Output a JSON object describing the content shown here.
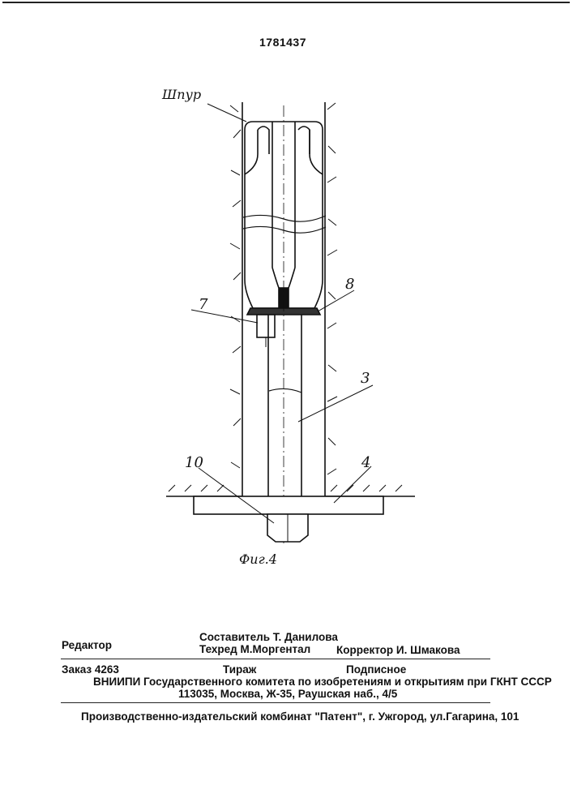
{
  "header": {
    "patent_number": "1781437"
  },
  "drawing": {
    "labels": {
      "shpur": "Шпур",
      "l7": "7",
      "l8": "8",
      "l3": "3",
      "l4": "4",
      "l10": "10",
      "figure": "Фиг.4"
    }
  },
  "footer": {
    "editor": "Редактор",
    "compiler": "Составитель  Т. Данилова",
    "techred": "Техред М.Моргентал",
    "corrector": "Корректор  И. Шмакова",
    "order": "Заказ  4263",
    "tirazh": "Тираж",
    "podpisnoe": "Подписное",
    "vniipi": "ВНИИПИ Государственного комитета по изобретениям и открытиям при ГКНТ СССР",
    "address": "113035, Москва, Ж-35, Раушская наб., 4/5",
    "publisher": "Производственно-издательский комбинат \"Патент\", г. Ужгород, ул.Гагарина, 101"
  }
}
